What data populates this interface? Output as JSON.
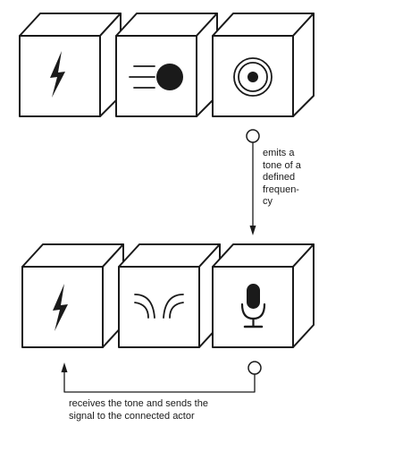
{
  "annotations": {
    "emits_lines": [
      "emits a",
      "tone of a",
      "defined",
      "frequen-",
      "cy"
    ],
    "receives_lines": [
      "receives the tone and sends the",
      "signal to the connected actor"
    ]
  },
  "rows": [
    {
      "id": "emitter",
      "blocks": [
        {
          "icon": "lightning-bolt-icon"
        },
        {
          "icon": "emitting-ball-icon"
        },
        {
          "icon": "speaker-target-icon"
        }
      ]
    },
    {
      "id": "receiver",
      "blocks": [
        {
          "icon": "lightning-bolt-icon"
        },
        {
          "icon": "sound-wave-icon"
        },
        {
          "icon": "microphone-icon"
        }
      ]
    }
  ],
  "colors": {
    "stroke": "#1a1a1a",
    "background": "#ffffff"
  }
}
